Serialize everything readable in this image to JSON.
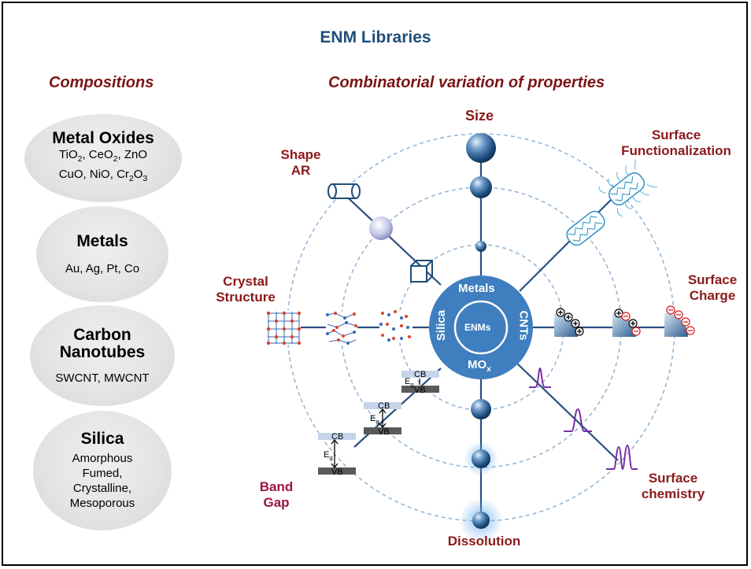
{
  "title": "ENM Libraries",
  "compositions": {
    "heading": "Compositions",
    "metal_oxides": {
      "name": "Metal Oxides",
      "line1": "TiO2, CeO2, ZnO",
      "line2": "CuO, NiO, Cr2O3"
    },
    "metals": {
      "name": "Metals",
      "line1": "Au, Ag, Pt, Co"
    },
    "carbon_nanotubes": {
      "name_line1": "Carbon",
      "name_line2": "Nanotubes",
      "line1": "SWCNT, MWCNT"
    },
    "silica": {
      "name": "Silica",
      "line1": "Amorphous",
      "line2": "Fumed,",
      "line3": "Crystalline,",
      "line4": "Mesoporous"
    }
  },
  "properties": {
    "heading": "Combinatorial variation of properties",
    "size": "Size",
    "surface_functionalization": {
      "line1": "Surface",
      "line2": "Functionalization"
    },
    "shape": {
      "line1": "Shape",
      "line2": "AR"
    },
    "crystal_structure": {
      "line1": "Crystal",
      "line2": "Structure"
    },
    "surface_charge": {
      "line1": "Surface",
      "line2": "Charge"
    },
    "surface_chemistry": {
      "line1": "Surface",
      "line2": "chemistry"
    },
    "band_gap": {
      "line1": "Band",
      "line2": "Gap"
    },
    "dissolution": "Dissolution"
  },
  "center": {
    "core": "ENMs",
    "metals": "Metals",
    "silica": "Silica",
    "cnts": "CNTs",
    "mox": "MOx"
  },
  "band_labels": {
    "cb": "CB",
    "vb": "VB",
    "eg": "Eg"
  },
  "colors": {
    "title_blue": "#1f4e79",
    "heading_red": "#7b1416",
    "hub_blue": "#3f7ebf",
    "ring_dash": "#8fb3d6",
    "spoke": "#2a4f80",
    "band_gap_label": "#9b1446"
  }
}
